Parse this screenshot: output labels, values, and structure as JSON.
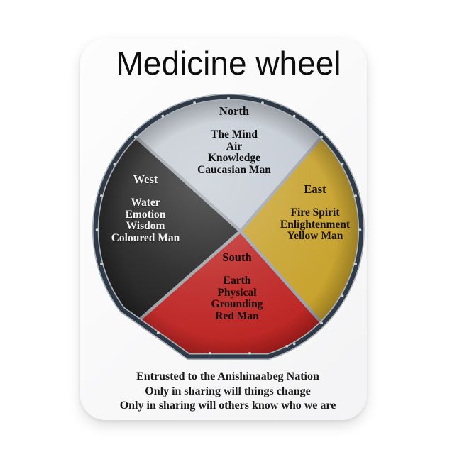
{
  "title": "Medicine wheel",
  "wheel": {
    "rim_color": "#2f3a48",
    "rim_edge_color": "#aab0b6",
    "divider_color": "#9aa1a8",
    "quadrants": [
      {
        "direction": "North",
        "color": "#c2c9d2",
        "text_color": "#101010",
        "lines": [
          "The Mind",
          "Air",
          "Knowledge",
          "Caucasian Man"
        ]
      },
      {
        "direction": "East",
        "color": "#c6a028",
        "text_color": "#181206",
        "lines": [
          "Fire Spirit",
          "Enlightenment",
          "Yellow Man"
        ]
      },
      {
        "direction": "South",
        "color": "#bc2220",
        "text_color": "#140b0b",
        "lines": [
          "Earth",
          "Physical",
          "Grounding",
          "Red Man"
        ]
      },
      {
        "direction": "West",
        "color": "#1b1b1b",
        "text_color": "#f2f2f2",
        "lines": [
          "Water",
          "Emotion",
          "Wisdom",
          "Coloured Man"
        ]
      }
    ]
  },
  "caption": {
    "lines": [
      "Entrusted to the Anishinaabeg Nation",
      "Only in sharing will things change",
      "Only in sharing will others know who we are"
    ]
  }
}
